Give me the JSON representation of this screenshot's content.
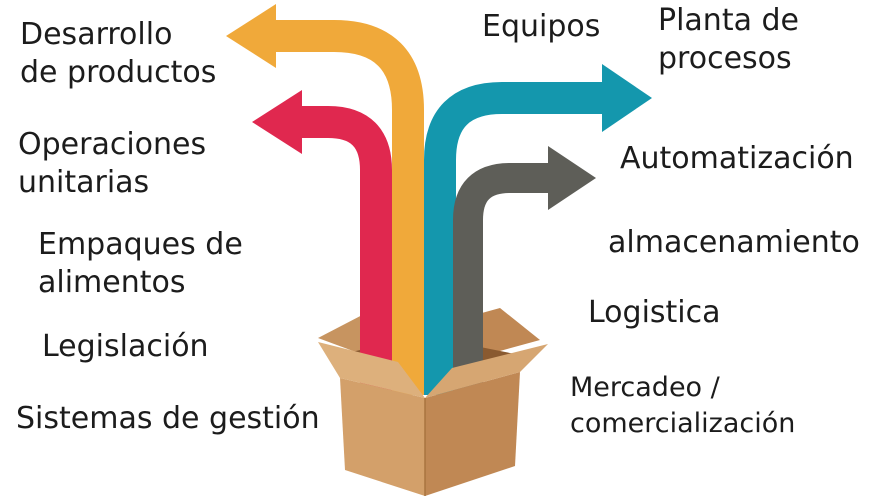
{
  "labels": {
    "desarrollo": [
      "Desarrollo",
      "de productos"
    ],
    "operaciones": [
      "Operaciones",
      "unitarias"
    ],
    "empaques": [
      "Empaques de",
      "alimentos"
    ],
    "legislacion": "Legislación",
    "sistemas": "Sistemas de gestión",
    "equipos": "Equipos",
    "planta": [
      "Planta de",
      "procesos"
    ],
    "automatizacion": "Automatización",
    "almacenamiento": "almacenamiento",
    "logistica": "Logistica",
    "mercadeo": [
      "Mercadeo /",
      "comercialización"
    ]
  },
  "colors": {
    "arrow_orange": "#F0A93A",
    "arrow_red": "#E0284F",
    "arrow_teal": "#1497AD",
    "arrow_gray": "#5E5E58",
    "box_front": "#D3A06A",
    "box_side": "#C08854",
    "box_inside": "#8A5A30",
    "box_flap": "#DDB07C"
  },
  "icons": {
    "box": "open-cardboard-box-icon",
    "arrows": "branching-arrows-icon"
  }
}
